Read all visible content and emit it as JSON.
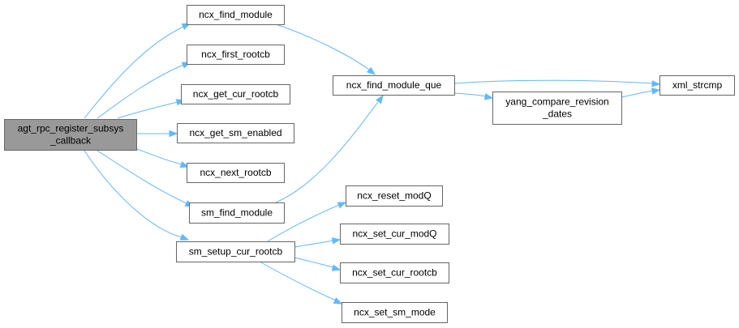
{
  "nodes": {
    "agt_rpc_register_subsys_callback": {
      "lines": [
        "agt_rpc_register_subsys",
        "_callback"
      ],
      "root": true
    },
    "ncx_find_module": {
      "lines": [
        "ncx_find_module"
      ]
    },
    "ncx_first_rootcb": {
      "lines": [
        "ncx_first_rootcb"
      ]
    },
    "ncx_get_cur_rootcb": {
      "lines": [
        "ncx_get_cur_rootcb"
      ]
    },
    "ncx_get_sm_enabled": {
      "lines": [
        "ncx_get_sm_enabled"
      ]
    },
    "ncx_next_rootcb": {
      "lines": [
        "ncx_next_rootcb"
      ]
    },
    "sm_find_module": {
      "lines": [
        "sm_find_module"
      ]
    },
    "sm_setup_cur_rootcb": {
      "lines": [
        "sm_setup_cur_rootcb"
      ]
    },
    "ncx_find_module_que": {
      "lines": [
        "ncx_find_module_que"
      ]
    },
    "yang_compare_revision_dates": {
      "lines": [
        "yang_compare_revision",
        "_dates"
      ]
    },
    "xml_strcmp": {
      "lines": [
        "xml_strcmp"
      ]
    },
    "ncx_reset_modQ": {
      "lines": [
        "ncx_reset_modQ"
      ]
    },
    "ncx_set_cur_modQ": {
      "lines": [
        "ncx_set_cur_modQ"
      ]
    },
    "ncx_set_cur_rootcb": {
      "lines": [
        "ncx_set_cur_rootcb"
      ]
    },
    "ncx_set_sm_mode": {
      "lines": [
        "ncx_set_sm_mode"
      ]
    }
  },
  "edges": [
    [
      "agt_rpc_register_subsys_callback",
      "ncx_find_module"
    ],
    [
      "agt_rpc_register_subsys_callback",
      "ncx_first_rootcb"
    ],
    [
      "agt_rpc_register_subsys_callback",
      "ncx_get_cur_rootcb"
    ],
    [
      "agt_rpc_register_subsys_callback",
      "ncx_get_sm_enabled"
    ],
    [
      "agt_rpc_register_subsys_callback",
      "ncx_next_rootcb"
    ],
    [
      "agt_rpc_register_subsys_callback",
      "sm_find_module"
    ],
    [
      "agt_rpc_register_subsys_callback",
      "sm_setup_cur_rootcb"
    ],
    [
      "ncx_find_module",
      "ncx_find_module_que"
    ],
    [
      "sm_find_module",
      "ncx_find_module_que"
    ],
    [
      "ncx_find_module_que",
      "xml_strcmp"
    ],
    [
      "ncx_find_module_que",
      "yang_compare_revision_dates"
    ],
    [
      "yang_compare_revision_dates",
      "xml_strcmp"
    ],
    [
      "sm_setup_cur_rootcb",
      "ncx_reset_modQ"
    ],
    [
      "sm_setup_cur_rootcb",
      "ncx_set_cur_modQ"
    ],
    [
      "sm_setup_cur_rootcb",
      "ncx_set_cur_rootcb"
    ],
    [
      "sm_setup_cur_rootcb",
      "ncx_set_sm_mode"
    ]
  ],
  "colors": {
    "root_fill": "#999999",
    "node_fill": "#ffffff",
    "node_border": "#666666",
    "edge": "#63b8ff"
  }
}
